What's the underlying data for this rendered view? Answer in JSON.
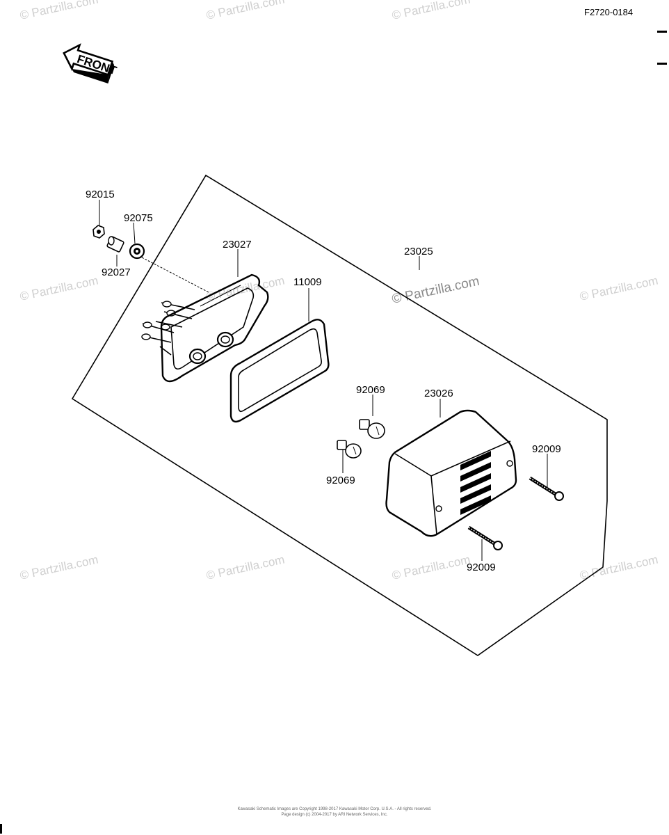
{
  "diagram_code": "F2720-0184",
  "front_label": "FRONT",
  "watermark": "© Partzilla.com",
  "parts": {
    "p92015": "92015",
    "p92075": "92075",
    "p92027": "92027",
    "p23027": "23027",
    "p11009": "11009",
    "p23025": "23025",
    "p92069a": "92069",
    "p92069b": "92069",
    "p23026": "23026",
    "p92009a": "92009",
    "p92009b": "92009"
  },
  "footer": {
    "line1": "Kawasaki Schematic Images are Copyright 1998-2017 Kawasaki Motor Corp. U.S.A. - All rights reserved.",
    "line2": "Page design (c) 2004-2017 by ARI Network Services, Inc."
  }
}
